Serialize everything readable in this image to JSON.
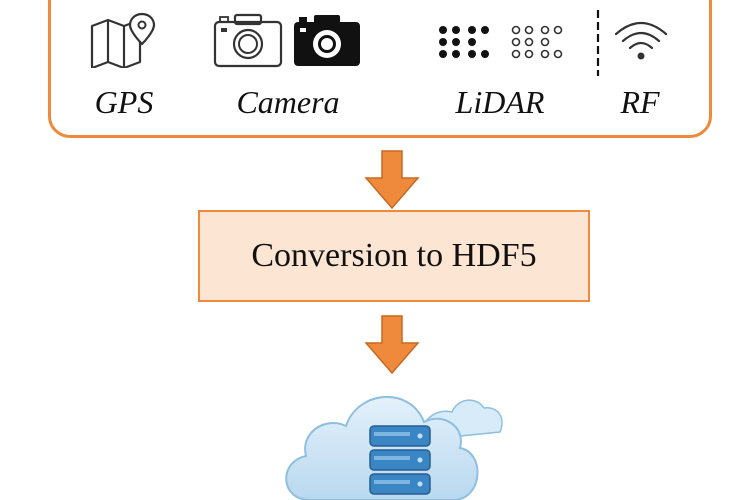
{
  "sensors": [
    {
      "label": "GPS",
      "icon": "map-pin-icon"
    },
    {
      "label": "Camera",
      "icon": "camera-icon"
    },
    {
      "label": "LiDAR",
      "icon": "lidar-dots-icon"
    },
    {
      "label": "RF",
      "icon": "wifi-signal-icon"
    }
  ],
  "conversion": {
    "label": "Conversion to HDF5"
  },
  "storage": {
    "icon": "cloud-database-icon"
  },
  "colors": {
    "accent": "#ef8a3c",
    "box_fill": "#fde5d3",
    "cloud": "#cde4f5",
    "database": "#3a86c4"
  }
}
